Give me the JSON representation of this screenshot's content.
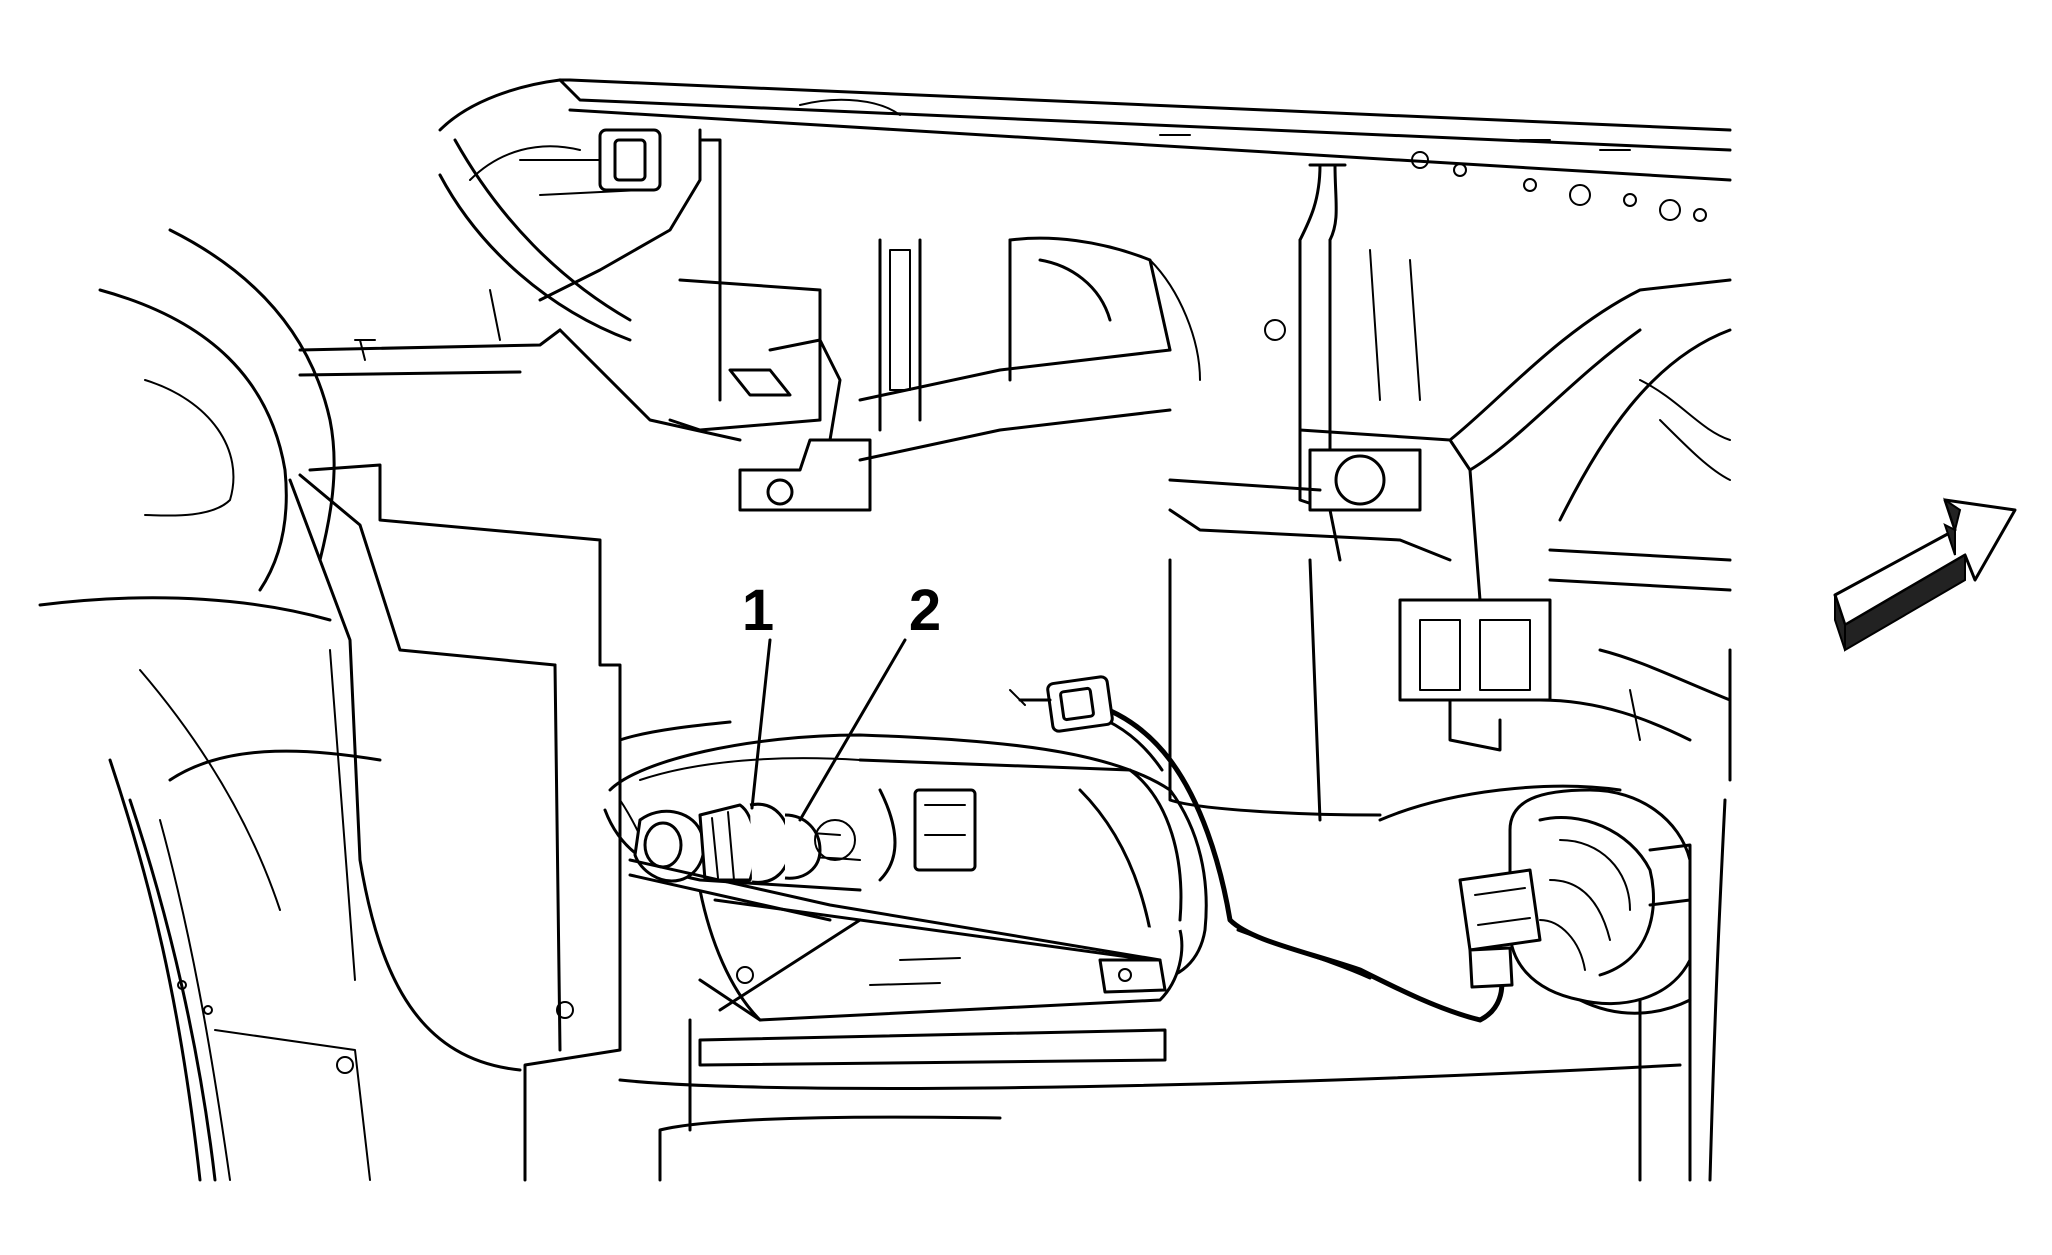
{
  "diagram": {
    "callouts": [
      {
        "id": "1",
        "label": "1"
      },
      {
        "id": "2",
        "label": "2"
      }
    ],
    "icons": {
      "direction": "vehicle-front-arrow-icon"
    },
    "colors": {
      "line": "#000000",
      "background": "#ffffff",
      "arrow_shade": "#222222"
    }
  }
}
